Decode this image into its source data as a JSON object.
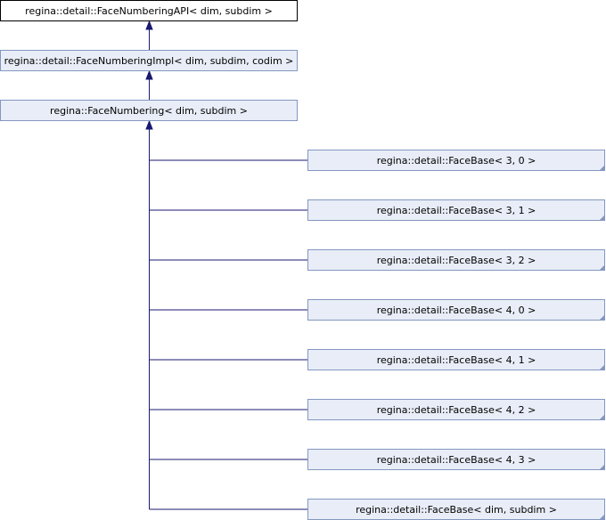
{
  "diagram": {
    "root": {
      "label": "regina::detail::FaceNumberingAPI< dim, subdim >"
    },
    "impl": {
      "label": "regina::detail::FaceNumberingImpl< dim, subdim, codim >"
    },
    "numbering": {
      "label": "regina::FaceNumbering< dim, subdim >"
    },
    "children": [
      {
        "label": "regina::detail::FaceBase< 3, 0 >"
      },
      {
        "label": "regina::detail::FaceBase< 3, 1 >"
      },
      {
        "label": "regina::detail::FaceBase< 3, 2 >"
      },
      {
        "label": "regina::detail::FaceBase< 4, 0 >"
      },
      {
        "label": "regina::detail::FaceBase< 4, 1 >"
      },
      {
        "label": "regina::detail::FaceBase< 4, 2 >"
      },
      {
        "label": "regina::detail::FaceBase< 4, 3 >"
      },
      {
        "label": "regina::detail::FaceBase< dim, subdim >"
      }
    ],
    "colors": {
      "root_fill": "#ffffff",
      "node_fill": "#e8edf7",
      "node_border": "#8497c0",
      "root_border": "#000000",
      "edge": "#191970",
      "fold_corner": "#8497c0"
    }
  }
}
